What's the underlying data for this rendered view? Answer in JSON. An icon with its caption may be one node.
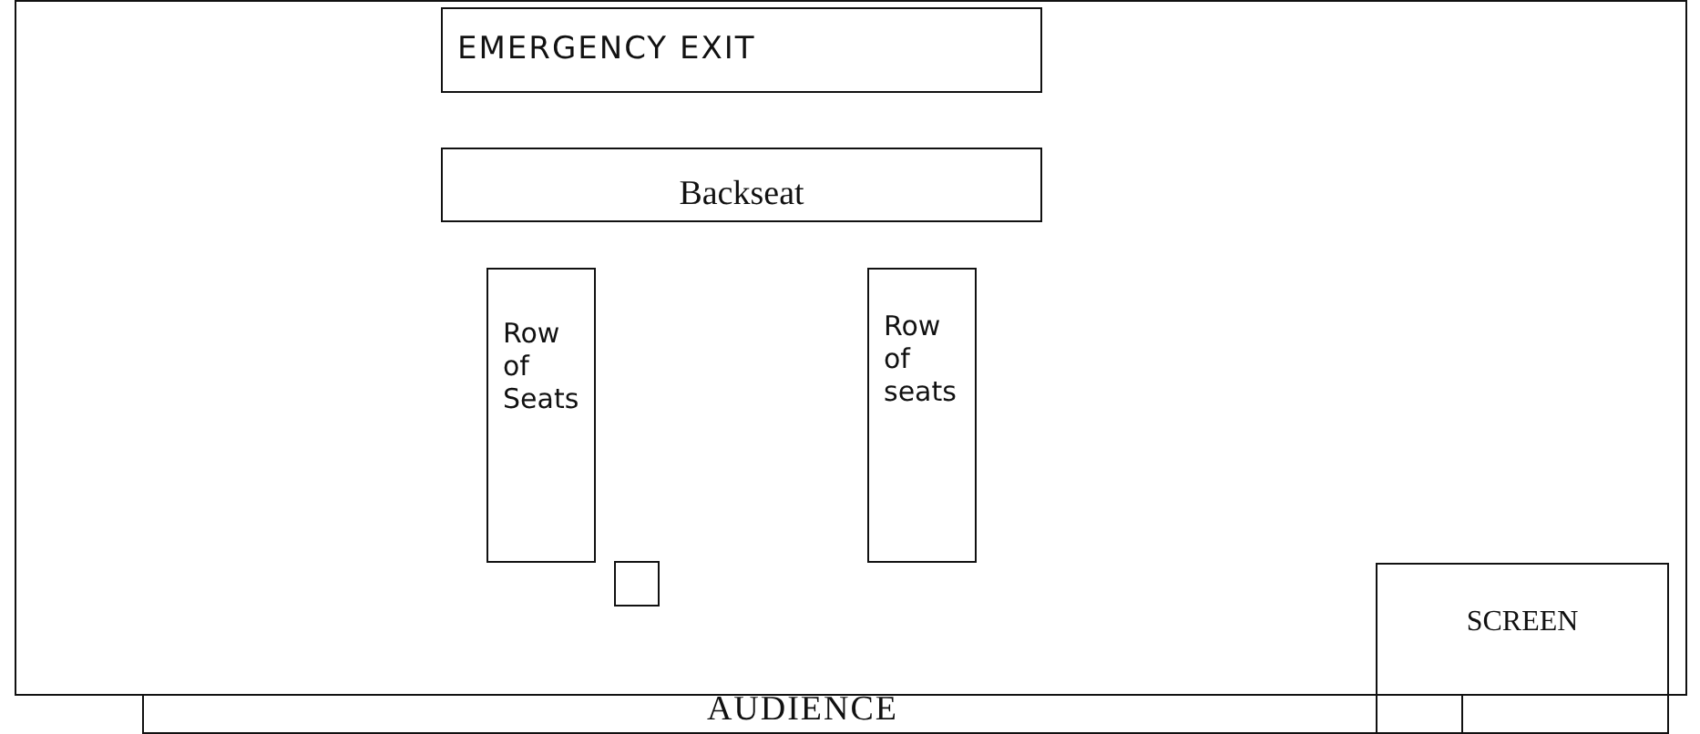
{
  "diagram": {
    "nodes": [
      {
        "text": [],
        "shape": "box"
      },
      {
        "text": [
          "EMERGENCY EXIT"
        ],
        "in": 0
      },
      {
        "text": [
          "Backseat"
        ],
        "in": 0
      },
      {
        "text": [
          "Row of Seats"
        ],
        "in": 0
      },
      {
        "text": [],
        "shape": "box",
        "in": 0
      },
      {
        "text": [
          "Row of seats"
        ],
        "in": 0
      },
      {
        "text": [
          "SCREEN"
        ]
      },
      {
        "text": [
          "AUDIENCE"
        ]
      }
    ],
    "edges": []
  }
}
